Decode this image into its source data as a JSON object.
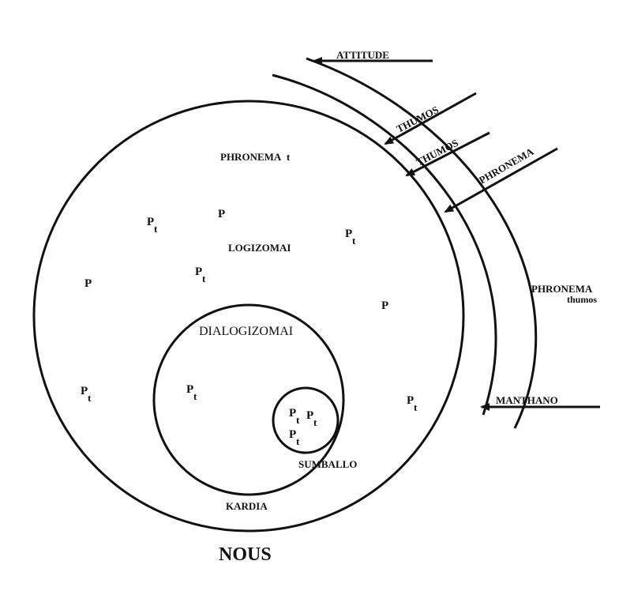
{
  "labels": {
    "attitude": "ATTITUDE",
    "thumos1": "THUMOS",
    "thumos2": "THUMOS",
    "phronema_arrow": "PHRONEMA",
    "phronema_t_main": "PHRONEMA",
    "phronema_t_sub": "t",
    "logizomai": "LOGIZOMAI",
    "dialogizomai": "DIALOGIZOMAI",
    "sumballo": "SUMBALLO",
    "kardia": "KARDIA",
    "nous": "NOUS",
    "phronema_thumos_main": "PHRONEMA",
    "phronema_thumos_sub": "thumos",
    "manthano": "MANTHANO"
  },
  "p_marks": {
    "letter": "P",
    "sub": "t"
  }
}
